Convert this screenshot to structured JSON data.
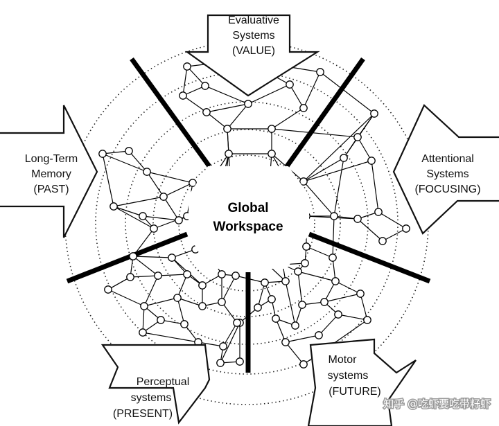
{
  "center": {
    "line1": "Global",
    "line2": "Workspace"
  },
  "modules": {
    "evaluative": {
      "line1": "Evaluative",
      "line2": "Systems",
      "line3": "(VALUE)"
    },
    "attentional": {
      "line1": "Attentional",
      "line2": "Systems",
      "line3": "(FOCUSING)"
    },
    "longterm": {
      "line1": "Long-Term",
      "line2": "Memory",
      "line3": "(PAST)"
    },
    "perceptual": {
      "line1": "Perceptual",
      "line2": "systems",
      "line3": "(PRESENT)"
    },
    "motor": {
      "line1": "Motor",
      "line2": "systems",
      "line3": "(FUTURE)"
    }
  },
  "watermark": "知乎 @吃虾要吃带籽虾"
}
